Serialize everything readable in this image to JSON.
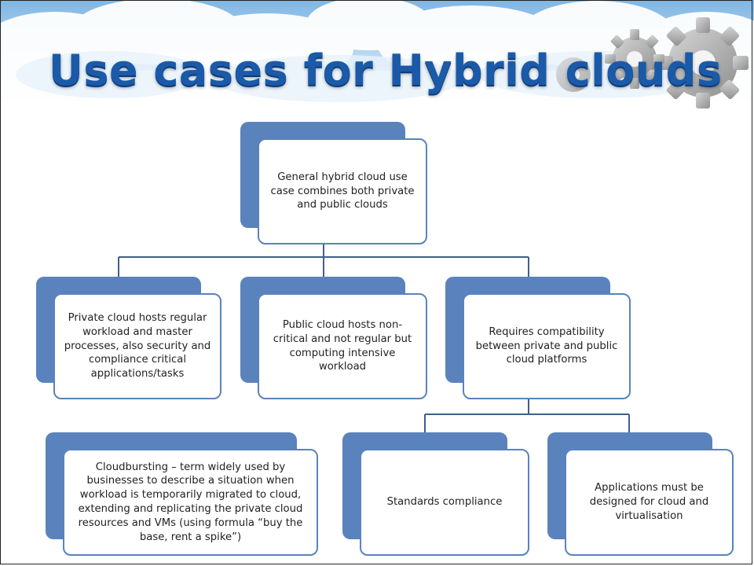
{
  "slide": {
    "title": "Use cases for Hybrid clouds"
  },
  "diagram": {
    "root": "General hybrid cloud use case combines both private and public clouds",
    "children": [
      "Private cloud hosts regular workload and master processes, also security and compliance critical applications/tasks",
      "Public cloud hosts non-critical and not regular but computing intensive workload",
      "Requires compatibility between private and public cloud platforms"
    ],
    "grandchildren": [
      "Standards compliance",
      "Applications must be designed for cloud and virtualisation"
    ],
    "note": "Cloudbursting – term widely used by businesses to describe a situation when workload is temporarily migrated to cloud, extending and replicating the private cloud resources and VMs (using formula “buy the base, rent a spike”)"
  },
  "colors": {
    "title": "#1a5aa8",
    "node_tab": "#5a83bd",
    "node_border": "#5a83bd",
    "connector": "#3f5f8c"
  },
  "icons": [
    "cloud-banner-graphic",
    "gear-icon"
  ]
}
